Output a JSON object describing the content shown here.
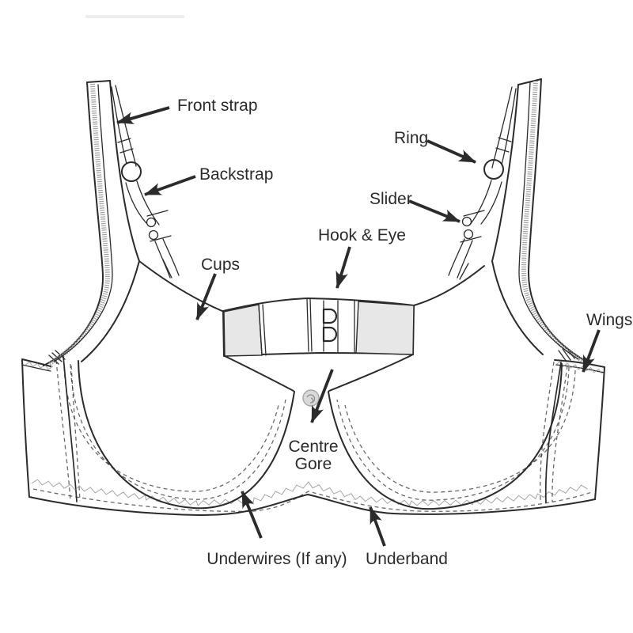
{
  "diagram": {
    "subject": "bra-anatomy",
    "labels": {
      "front_strap": "Front strap",
      "backstrap": "Backstrap",
      "cups": "Cups",
      "hook_eye": "Hook & Eye",
      "ring": "Ring",
      "slider": "Slider",
      "wings": "Wings",
      "centre_gore_line1": "Centre",
      "centre_gore_line2": "Gore",
      "underwires": "Underwires (If any)",
      "underband": "Underband"
    }
  },
  "colors": {
    "line_color": "#2b2b2b",
    "text_color": "#2b2b2b",
    "shade_color": "#e7e7e7",
    "hatch_color": "#8f8f8f",
    "bow_color": "#d9d9d9"
  }
}
